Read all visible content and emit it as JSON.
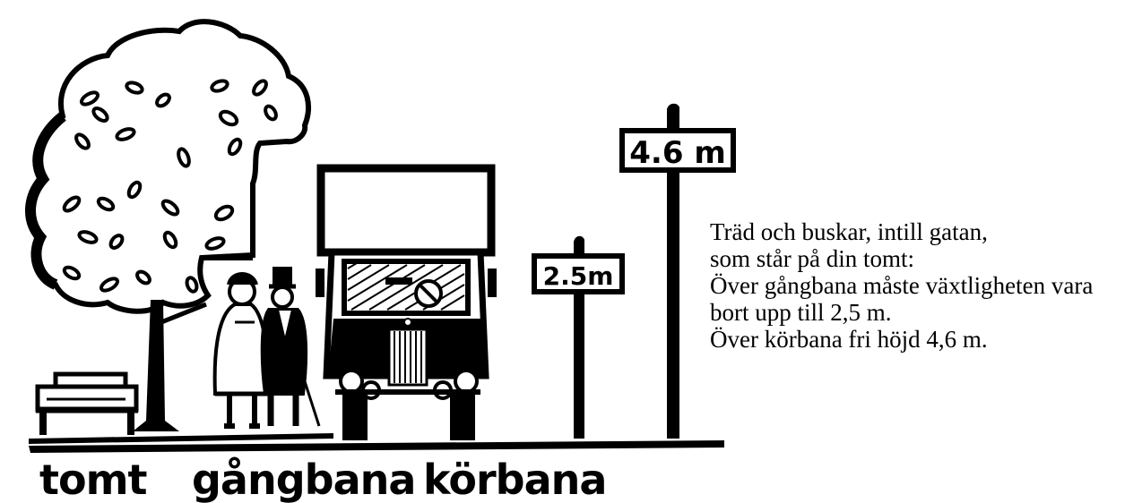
{
  "signs": {
    "high": "4.6 m",
    "low": "2.5m"
  },
  "ground_labels": {
    "lot": "tomt",
    "sidewalk": "gångbana",
    "roadway": "körbana"
  },
  "caption": {
    "lines": [
      "Träd och buskar, intill gatan,",
      "som står på din tomt:",
      "Över gångbana måste växtligheten vara",
      "bort upp till 2,5 m.",
      "Över körbana fri höjd 4,6 m."
    ]
  },
  "icons": [
    "tree-icon",
    "bench-icon",
    "pedestrian-woman-icon",
    "pedestrian-man-icon",
    "truck-icon",
    "height-sign-icon"
  ],
  "colors": {
    "ink": "#000000",
    "paper": "#ffffff"
  }
}
